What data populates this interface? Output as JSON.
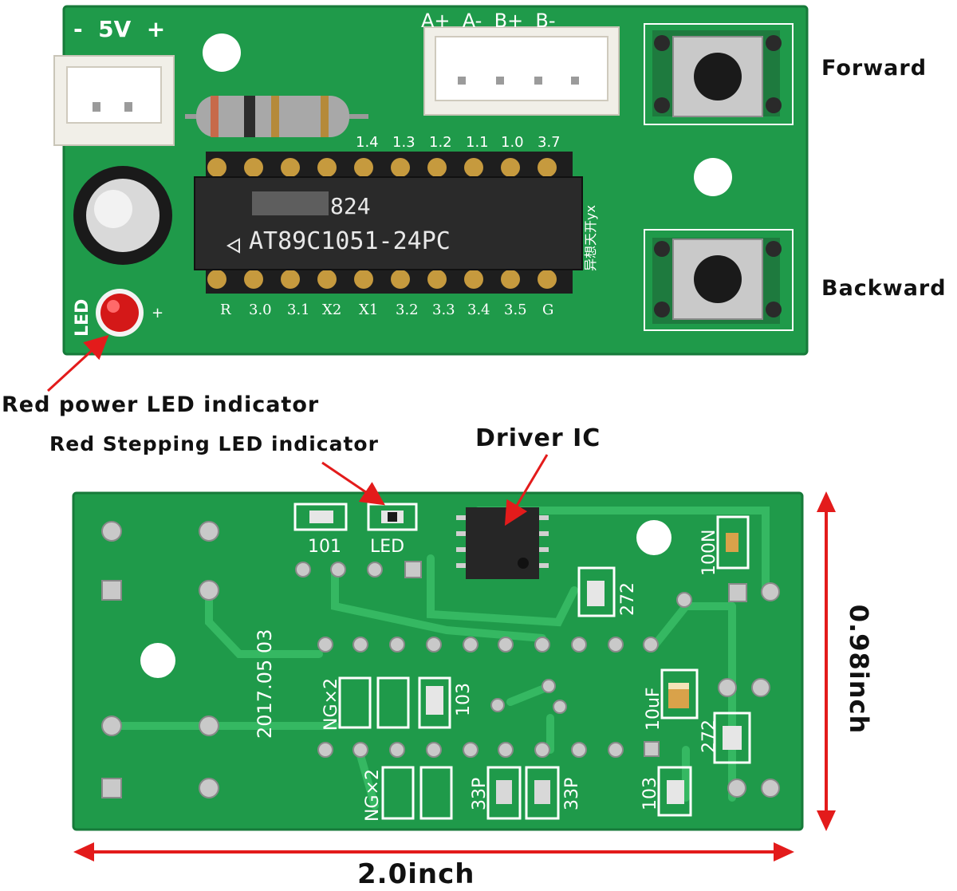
{
  "callouts": {
    "forward": "Forward",
    "backward": "Backward",
    "red_power_led": "Red power LED indicator",
    "red_stepping_led": "Red Stepping LED indicator",
    "driver_ic": "Driver IC"
  },
  "dimensions": {
    "width": "2.0inch",
    "height": "0.98inch"
  },
  "top_board": {
    "power_label": "-  5V  +",
    "motor_header": "A+  A-  B+  B-",
    "chip_line1": "824",
    "chip_line2": "AT89C1051-24PC",
    "chip_side": "异想天开yx",
    "led_label": "LED",
    "led_plus": "+",
    "pins_top": [
      "1.4",
      "1.3",
      "1.2",
      "1.1",
      "1.0",
      "3.7"
    ],
    "pins_bottom": [
      "R",
      "3.0",
      "3.1",
      "X2",
      "X1",
      "3.2",
      "3.3",
      "3.4",
      "3.5",
      "G"
    ]
  },
  "bottom_board": {
    "label_101": "101",
    "label_led": "LED",
    "label_100n": "100N",
    "label_272a": "272",
    "label_date": "2017.05 03",
    "label_ngx2a": "NG×2",
    "label_103a": "103",
    "label_10uf": "10uF",
    "label_272b": "272",
    "label_ngx2b": "NG×2",
    "label_33pa": "33P",
    "label_33pb": "33P",
    "label_103b": "103"
  },
  "colors": {
    "pcb_green": "#1f9a4a",
    "pcb_trace": "#2fb25c",
    "arrow_red": "#e31b1b"
  }
}
